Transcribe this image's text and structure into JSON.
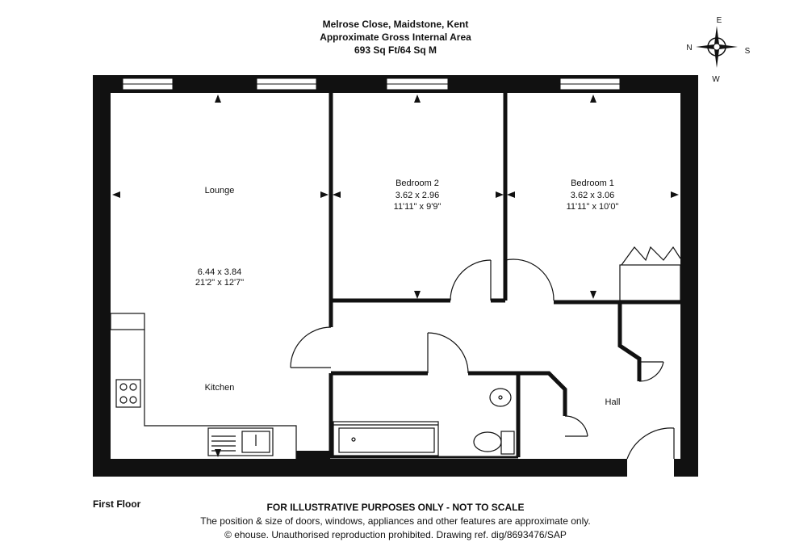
{
  "header": {
    "address": "Melrose Close, Maidstone, Kent",
    "area_title": "Approximate Gross Internal Area",
    "area_value": "693 Sq Ft/64 Sq M"
  },
  "compass": {
    "n": "N",
    "e": "E",
    "s": "S",
    "w": "W"
  },
  "rooms": {
    "lounge": {
      "name": "Lounge",
      "metric": "6.44 x 3.84",
      "imperial": "21'2\" x 12'7\""
    },
    "bedroom2": {
      "name": "Bedroom 2",
      "metric": "3.62 x 2.96",
      "imperial": "11'11\" x 9'9\""
    },
    "bedroom1": {
      "name": "Bedroom 1",
      "metric": "3.62 x 3.06",
      "imperial": "11'11\" x 10'0\""
    },
    "kitchen": {
      "name": "Kitchen"
    },
    "hall": {
      "name": "Hall"
    }
  },
  "floor_label": "First Floor",
  "footer": {
    "disclaimer": "FOR ILLUSTRATIVE PURPOSES ONLY - NOT TO SCALE",
    "note": "The position & size of doors, windows, appliances and other features are approximate only.",
    "copyright": "© ehouse. Unauthorised reproduction prohibited. Drawing ref. dig/8693476/SAP"
  },
  "colors": {
    "wall": "#111111",
    "line": "#222222",
    "background": "#ffffff"
  }
}
